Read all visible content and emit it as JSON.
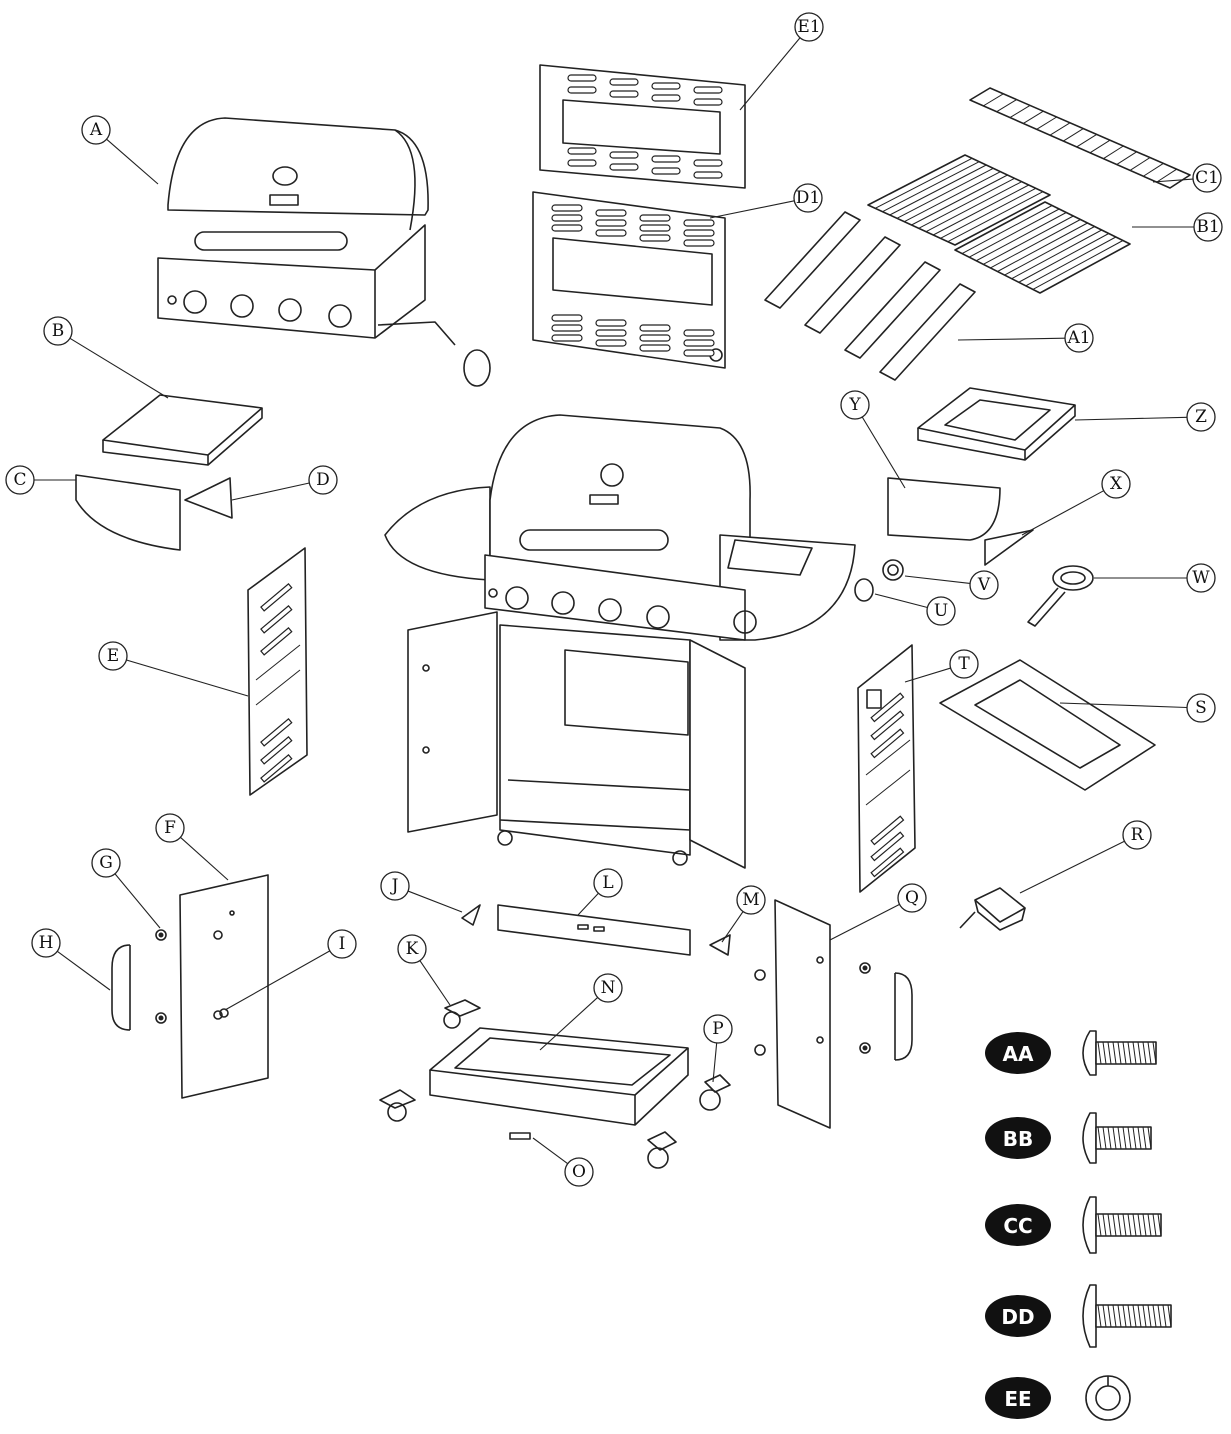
{
  "callouts": [
    {
      "id": "A",
      "label": "A"
    },
    {
      "id": "E1",
      "label": "E1"
    },
    {
      "id": "C1",
      "label": "C1"
    },
    {
      "id": "D1",
      "label": "D1"
    },
    {
      "id": "B1",
      "label": "B1"
    },
    {
      "id": "A1",
      "label": "A1"
    },
    {
      "id": "B",
      "label": "B"
    },
    {
      "id": "C",
      "label": "C"
    },
    {
      "id": "D",
      "label": "D"
    },
    {
      "id": "Y",
      "label": "Y"
    },
    {
      "id": "Z",
      "label": "Z"
    },
    {
      "id": "X",
      "label": "X"
    },
    {
      "id": "V",
      "label": "V"
    },
    {
      "id": "W",
      "label": "W"
    },
    {
      "id": "U",
      "label": "U"
    },
    {
      "id": "E",
      "label": "E"
    },
    {
      "id": "T",
      "label": "T"
    },
    {
      "id": "S",
      "label": "S"
    },
    {
      "id": "F",
      "label": "F"
    },
    {
      "id": "G",
      "label": "G"
    },
    {
      "id": "H",
      "label": "H"
    },
    {
      "id": "I",
      "label": "I"
    },
    {
      "id": "J",
      "label": "J"
    },
    {
      "id": "L",
      "label": "L"
    },
    {
      "id": "K",
      "label": "K"
    },
    {
      "id": "M",
      "label": "M"
    },
    {
      "id": "N",
      "label": "N"
    },
    {
      "id": "P",
      "label": "P"
    },
    {
      "id": "Q",
      "label": "Q"
    },
    {
      "id": "R",
      "label": "R"
    },
    {
      "id": "O",
      "label": "O"
    }
  ],
  "hardware": [
    {
      "id": "AA",
      "label": "AA",
      "icon": "bolt-icon"
    },
    {
      "id": "BB",
      "label": "BB",
      "icon": "bolt-icon"
    },
    {
      "id": "CC",
      "label": "CC",
      "icon": "bolt-icon"
    },
    {
      "id": "DD",
      "label": "DD",
      "icon": "bolt-icon"
    },
    {
      "id": "EE",
      "label": "EE",
      "icon": "washer-icon"
    }
  ]
}
